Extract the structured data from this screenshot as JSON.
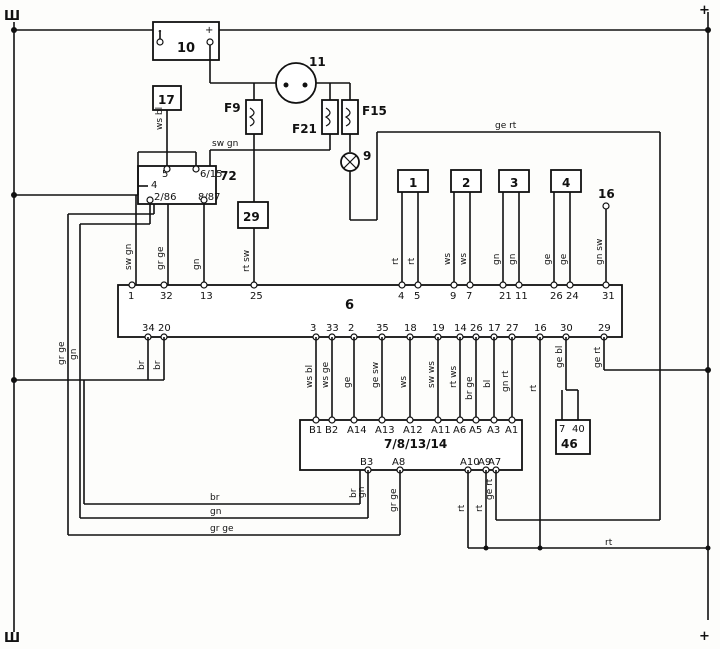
{
  "rails": {
    "ground_top": "Ш",
    "ground_bottom": "Ш",
    "plus_top": "+",
    "plus_bottom": "+"
  },
  "components": {
    "c10": "10",
    "c11": "11",
    "c17": "17",
    "c72": "72",
    "c29": "29",
    "c9": "9",
    "c16": "16",
    "c6": "6",
    "ecu": "7/8/13/14",
    "c46": "46",
    "fuse_f9": "F9",
    "fuse_f21": "F21",
    "fuse_f15": "F15",
    "inj1": "1",
    "inj2": "2",
    "inj3": "3",
    "inj4": "4"
  },
  "relay72_pins": {
    "p5": "5",
    "p615": "6/15",
    "p4": "4",
    "p286": "2/86",
    "p887": "8/87"
  },
  "c46_pins": {
    "p7": "7",
    "p40": "40"
  },
  "connector6_top_pins": [
    "1",
    "32",
    "13",
    "25",
    "4",
    "5",
    "9",
    "7",
    "21",
    "11",
    "26",
    "24",
    "31"
  ],
  "connector6_bottom_pins": [
    "34",
    "20",
    "3",
    "33",
    "2",
    "35",
    "18",
    "19",
    "14",
    "26",
    "17",
    "27",
    "16",
    "30",
    "29"
  ],
  "ecu_top_pins": [
    "B1",
    "B2",
    "A14",
    "A13",
    "A12",
    "A11",
    "A6",
    "A5",
    "A3",
    "A1"
  ],
  "ecu_bottom_pins": [
    "B3",
    "A8",
    "A10",
    "A9",
    "A7"
  ],
  "wire_labels": {
    "ws_bl": "ws bl",
    "sw_gn": "sw gn",
    "ge_rt": "ge rt",
    "sw_gn_v": "sw gn",
    "gr_ge_v": "gr ge",
    "gn_v": "gn",
    "rt_sw": "rt sw",
    "rt1": "rt",
    "rt2": "rt",
    "ws1": "ws",
    "ws2": "ws",
    "gn1": "gn",
    "gn2": "gn",
    "ge1": "ge",
    "ge2": "ge",
    "gn_sw": "gn sw",
    "br1": "br",
    "br2": "br",
    "gr_ge_l": "gr ge",
    "gn_l": "gn",
    "ws_bl2": "ws bl",
    "ws_ge": "ws ge",
    "ge": "ge",
    "ge_sw": "ge sw",
    "ws3": "ws",
    "sw_ws": "sw ws",
    "rt_ws": "rt ws",
    "br_ge": "br ge",
    "bl": "bl",
    "gn_rt": "gn rt",
    "rt_v": "rt",
    "ge_bl": "ge bl",
    "ge_rt2": "ge rt",
    "br_h": "br",
    "gn_h": "gn",
    "gr_ge_h": "gr ge",
    "br_b3": "br",
    "gn_b3": "gn",
    "gr_ge_a8": "gr ge",
    "rt_a10": "rt",
    "rt_a9": "rt",
    "ge_rt_a7": "ge rt",
    "rt_bottom": "rt"
  }
}
